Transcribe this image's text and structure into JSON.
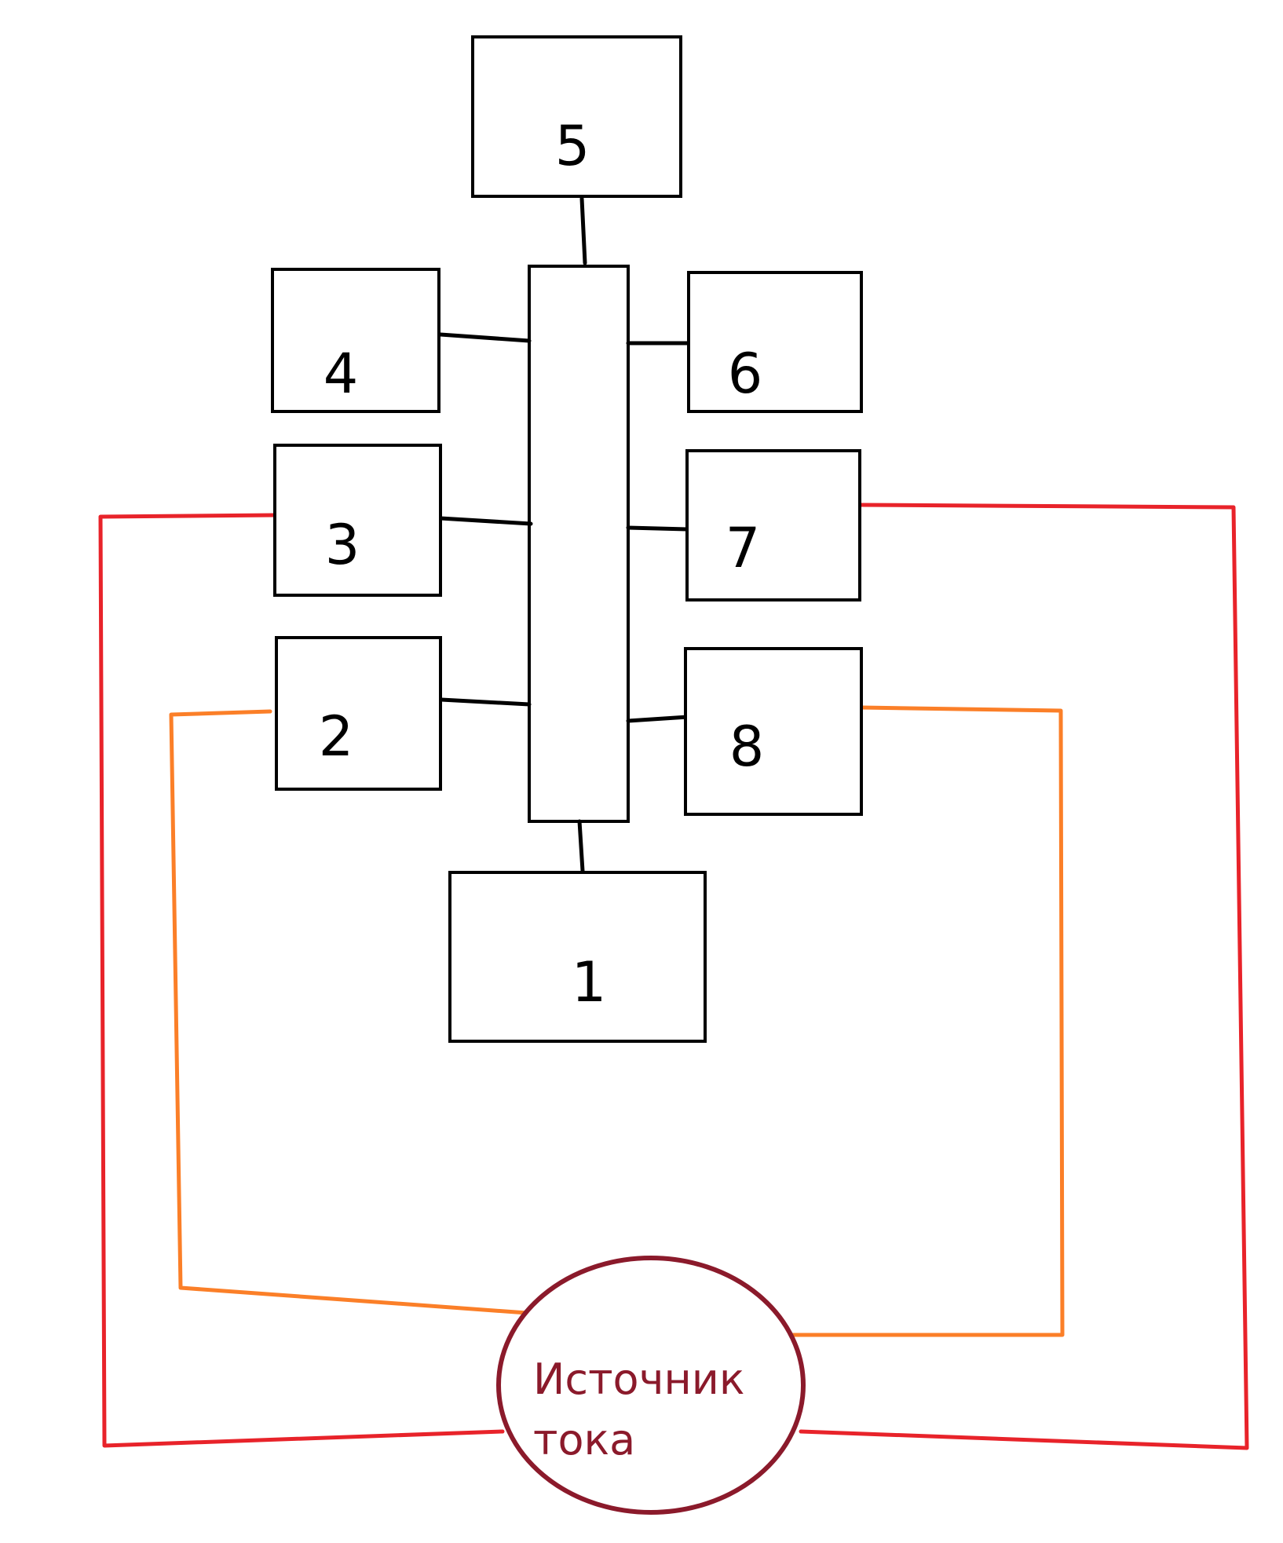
{
  "colors": {
    "box_stroke": "#000000",
    "link": "#000000",
    "wire_outer": "#e8232a",
    "wire_inner": "#fb7f28",
    "source": "#8b1a2b"
  },
  "blocks": [
    {
      "id": "1",
      "label": "1"
    },
    {
      "id": "2",
      "label": "2"
    },
    {
      "id": "3",
      "label": "3"
    },
    {
      "id": "4",
      "label": "4"
    },
    {
      "id": "5",
      "label": "5"
    },
    {
      "id": "6",
      "label": "6"
    },
    {
      "id": "7",
      "label": "7"
    },
    {
      "id": "8",
      "label": "8"
    }
  ],
  "source": {
    "line1": "Источник",
    "line2": "тока"
  }
}
